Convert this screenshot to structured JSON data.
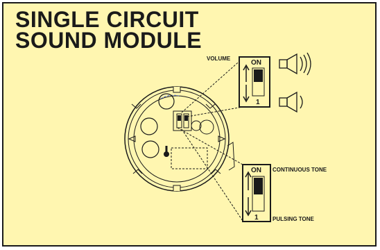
{
  "title": {
    "line1": "SINGLE CIRCUIT",
    "line2": "SOUND MODULE"
  },
  "volume_switch": {
    "label": "VOLUME",
    "on_label": "ON",
    "off_label": "1"
  },
  "tone_switch": {
    "on_label": "ON",
    "off_label": "1",
    "on_description": "CONTINUOUS TONE",
    "off_description": "PULSING TONE"
  },
  "icons": {
    "loud": "speaker-loud-icon",
    "quiet": "speaker-quiet-icon"
  },
  "colors": {
    "background": "#fff6b0",
    "ink": "#1a1a1a",
    "accent_dash": "#4a6fd0"
  }
}
